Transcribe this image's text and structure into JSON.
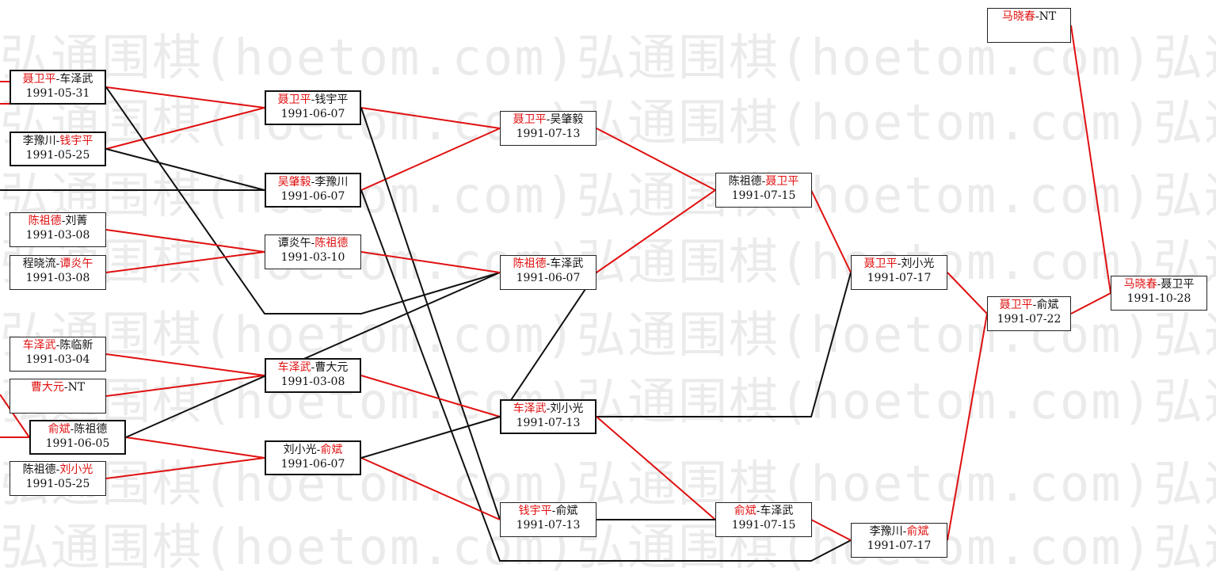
{
  "watermark": "弘通围棋(hoetom.com)",
  "colors": {
    "winner_text": "#e01010",
    "winner_line": "#e01010",
    "loser_line": "#111111"
  },
  "matches": [
    {
      "id": "m1",
      "p1": "聂卫平",
      "p2": "车泽武",
      "winner": 1,
      "date": "1991-05-31"
    },
    {
      "id": "m2",
      "p1": "李豫川",
      "p2": "钱宇平",
      "winner": 2,
      "date": "1991-05-25"
    },
    {
      "id": "m3",
      "p1": "陈祖德",
      "p2": "刘菁",
      "winner": 1,
      "date": "1991-03-08"
    },
    {
      "id": "m4",
      "p1": "程晓流",
      "p2": "谭炎午",
      "winner": 2,
      "date": "1991-03-08"
    },
    {
      "id": "m5",
      "p1": "车泽武",
      "p2": "陈临新",
      "winner": 1,
      "date": "1991-03-04"
    },
    {
      "id": "m6",
      "p1": "曹大元",
      "p2": "NT",
      "winner": 1,
      "date": ""
    },
    {
      "id": "m7",
      "p1": "俞斌",
      "p2": "陈祖德",
      "winner": 1,
      "date": "1991-06-05"
    },
    {
      "id": "m8",
      "p1": "陈祖德",
      "p2": "刘小光",
      "winner": 2,
      "date": "1991-05-25"
    },
    {
      "id": "m9",
      "p1": "聂卫平",
      "p2": "钱宇平",
      "winner": 1,
      "date": "1991-06-07"
    },
    {
      "id": "m10",
      "p1": "吴肇毅",
      "p2": "李豫川",
      "winner": 1,
      "date": "1991-06-07"
    },
    {
      "id": "m11",
      "p1": "谭炎午",
      "p2": "陈祖德",
      "winner": 2,
      "date": "1991-03-10"
    },
    {
      "id": "m12",
      "p1": "车泽武",
      "p2": "曹大元",
      "winner": 1,
      "date": "1991-03-08"
    },
    {
      "id": "m13",
      "p1": "刘小光",
      "p2": "俞斌",
      "winner": 2,
      "date": "1991-06-07"
    },
    {
      "id": "m14",
      "p1": "聂卫平",
      "p2": "吴肇毅",
      "winner": 1,
      "date": "1991-07-13"
    },
    {
      "id": "m15",
      "p1": "陈祖德",
      "p2": "车泽武",
      "winner": 1,
      "date": "1991-06-07"
    },
    {
      "id": "m16",
      "p1": "车泽武",
      "p2": "刘小光",
      "winner": 1,
      "date": "1991-07-13"
    },
    {
      "id": "m17",
      "p1": "钱宇平",
      "p2": "俞斌",
      "winner": 1,
      "date": "1991-07-13"
    },
    {
      "id": "m18",
      "p1": "陈祖德",
      "p2": "聂卫平",
      "winner": 2,
      "date": "1991-07-15"
    },
    {
      "id": "m19",
      "p1": "俞斌",
      "p2": "车泽武",
      "winner": 1,
      "date": "1991-07-15"
    },
    {
      "id": "m20",
      "p1": "聂卫平",
      "p2": "刘小光",
      "winner": 1,
      "date": "1991-07-17"
    },
    {
      "id": "m21",
      "p1": "李豫川",
      "p2": "俞斌",
      "winner": 2,
      "date": "1991-07-17"
    },
    {
      "id": "m22",
      "p1": "聂卫平",
      "p2": "俞斌",
      "winner": 1,
      "date": "1991-07-22"
    },
    {
      "id": "m23",
      "p1": "马晓春",
      "p2": "NT",
      "winner": 1,
      "date": ""
    },
    {
      "id": "m24",
      "p1": "马晓春",
      "p2": "聂卫平",
      "winner": 1,
      "date": "1991-10-28"
    }
  ]
}
